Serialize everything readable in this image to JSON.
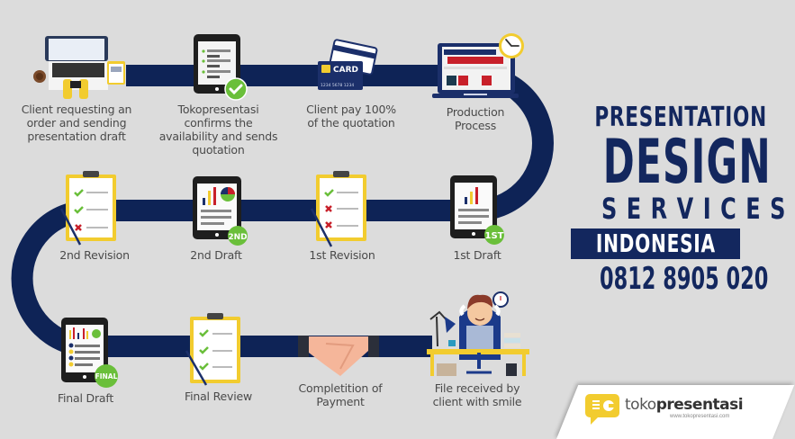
{
  "title": {
    "line1": "PRESENTATION",
    "line2": "DESIGN",
    "line3": "SERVICES",
    "line4": "INDONESIA",
    "phone": "0812 8905 020"
  },
  "colors": {
    "background": "#dcdcdc",
    "path": "#0e2356",
    "title": "#13275e",
    "accent_yellow": "#f2cc2f",
    "accent_green": "#6abf3a",
    "accent_red": "#c8202a",
    "label_text": "#4a4a4a"
  },
  "steps": [
    {
      "id": 1,
      "icon": "laptop-typing-icon",
      "label_lines": [
        "Client requesting an",
        "order and sending",
        "presentation draft"
      ]
    },
    {
      "id": 2,
      "icon": "tablet-checkmark-icon",
      "label_lines": [
        "Tokopresentasi",
        "confirms the",
        "availability and sends",
        "quotation"
      ]
    },
    {
      "id": 3,
      "icon": "credit-card-icon",
      "card_text": "CARD",
      "card_number": "1234 5678 1234",
      "label_lines": [
        "Client pay 100%",
        "of the quotation"
      ]
    },
    {
      "id": 4,
      "icon": "laptop-clock-icon",
      "label_lines": [
        "Production",
        "Process"
      ]
    },
    {
      "id": 5,
      "icon": "tablet-chart-icon",
      "badge": "1ST",
      "label_lines": [
        "1st Draft"
      ]
    },
    {
      "id": 6,
      "icon": "clipboard-checklist-icon",
      "label_lines": [
        "1st Revision"
      ]
    },
    {
      "id": 7,
      "icon": "tablet-chart-icon",
      "badge": "2ND",
      "label_lines": [
        "2nd Draft"
      ]
    },
    {
      "id": 8,
      "icon": "clipboard-checklist-icon",
      "label_lines": [
        "2nd Revision"
      ]
    },
    {
      "id": 9,
      "icon": "tablet-chart-icon",
      "badge": "FINAL",
      "label_lines": [
        "Final Draft"
      ]
    },
    {
      "id": 10,
      "icon": "clipboard-checklist-icon",
      "label_lines": [
        "Final Review"
      ]
    },
    {
      "id": 11,
      "icon": "handshake-icon",
      "label_lines": [
        "Completition of",
        "Payment"
      ]
    },
    {
      "id": 12,
      "icon": "happy-client-desk-icon",
      "label_lines": [
        "File received by",
        "client with smile"
      ]
    }
  ],
  "logo": {
    "brand_light": "toko",
    "brand_bold": "presentasi",
    "url": "www.tokopresentasi.com"
  }
}
